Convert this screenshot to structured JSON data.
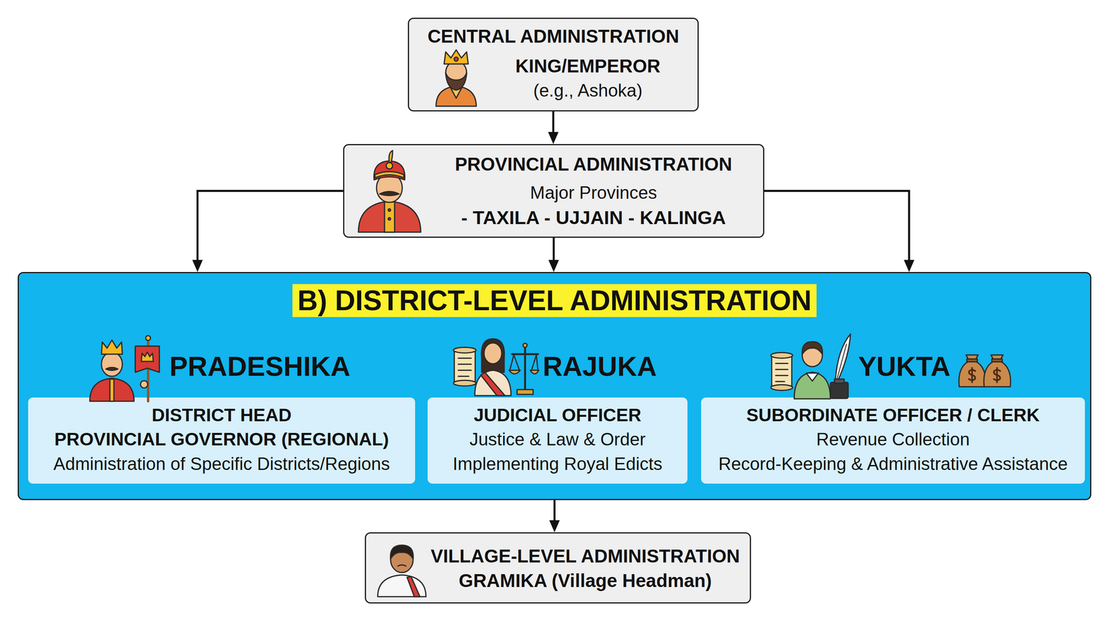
{
  "diagram": {
    "nodes": [
      {
        "text": [
          "CENTRAL ADMINISTRATION",
          "KING/EMPEROR",
          "(e.g., Ashoka)"
        ]
      },
      {
        "text": [
          "PROVINCIAL ADMINISTRATION",
          "Major Provinces",
          "- TAXILA - UJJAIN - KALINGA"
        ]
      },
      {
        "text": [
          "B) DISTRICT-LEVEL ADMINISTRATION"
        ]
      },
      {
        "text": [
          "PRADESHIKA",
          "DISTRICT HEAD",
          "PROVINCIAL GOVERNOR (REGIONAL)",
          "Administration of Specific Districts/Regions"
        ],
        "in": 2
      },
      {
        "text": [
          "RAJUKA",
          "JUDICIAL OFFICER",
          "Justice & Law & Order",
          "Implementing Royal Edicts"
        ],
        "in": 2
      },
      {
        "text": [
          "YUKTA",
          "SUBORDINATE OFFICER / CLERK",
          "Revenue Collection",
          "Record-Keeping & Administrative Assistance"
        ],
        "in": 2
      },
      {
        "text": [
          "VILLAGE-LEVEL ADMINISTRATION",
          "GRAMIKA (Village Headman)"
        ]
      }
    ],
    "edges": [
      {
        "from": 0,
        "to": 1,
        "arrow": "to"
      },
      {
        "from": 1,
        "to": 2,
        "arrow": "to"
      },
      {
        "from": 1,
        "to": 2,
        "arrow": "to"
      },
      {
        "from": 1,
        "to": 2,
        "arrow": "to"
      },
      {
        "from": 2,
        "to": 6,
        "arrow": "to"
      }
    ]
  }
}
